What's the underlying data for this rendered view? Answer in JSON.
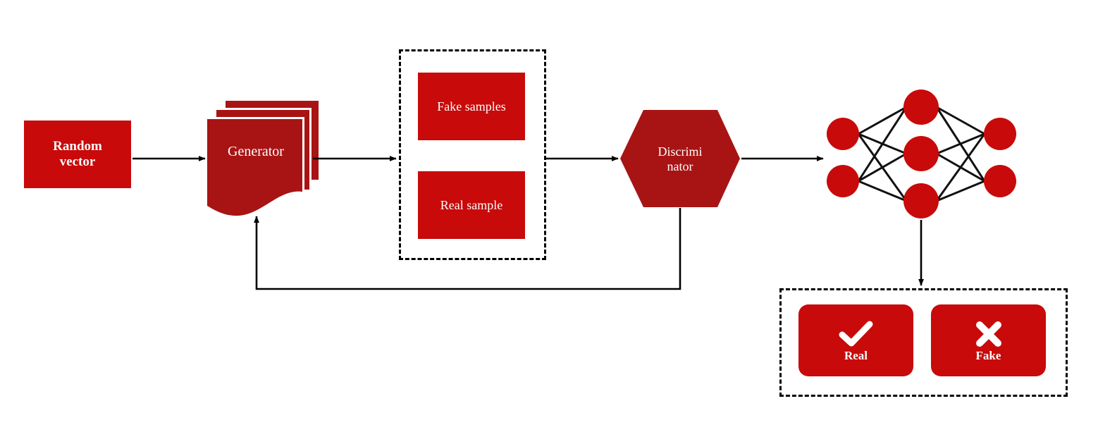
{
  "diagram": {
    "title": "GAN architecture flow diagram",
    "colors": {
      "primary_red": "#C80A0A",
      "hexagon_red": "#A81414",
      "stroke_black": "#000000",
      "text_white": "#FFFFFF",
      "background": "#FFFFFF"
    },
    "nodes": {
      "random_vector": {
        "label": "Random\nvector",
        "shape": "rectangle"
      },
      "generator": {
        "label": "Generator",
        "shape": "multi-document"
      },
      "fake_samples": {
        "label": "Fake samples",
        "shape": "rectangle"
      },
      "real_sample": {
        "label": "Real sample",
        "shape": "rectangle"
      },
      "discriminator": {
        "label": "Discrimi\nnator",
        "shape": "hexagon"
      },
      "neural_network": {
        "shape": "node-graph",
        "input_nodes": 2,
        "hidden_nodes": 3,
        "output_nodes": 2
      },
      "real_verdict": {
        "label": "Real",
        "icon": "check-icon"
      },
      "fake_verdict": {
        "label": "Fake",
        "icon": "cross-icon"
      }
    },
    "groups": {
      "samples_container": {
        "style": "dashed"
      },
      "verdict_container": {
        "style": "dashed"
      }
    },
    "edges": [
      {
        "from": "random_vector",
        "to": "generator"
      },
      {
        "from": "generator",
        "to": "samples_container"
      },
      {
        "from": "samples_container",
        "to": "discriminator"
      },
      {
        "from": "discriminator",
        "to": "neural_network"
      },
      {
        "from": "neural_network",
        "to": "verdict_container"
      },
      {
        "from": "discriminator",
        "to": "generator",
        "kind": "feedback-loop"
      }
    ]
  }
}
